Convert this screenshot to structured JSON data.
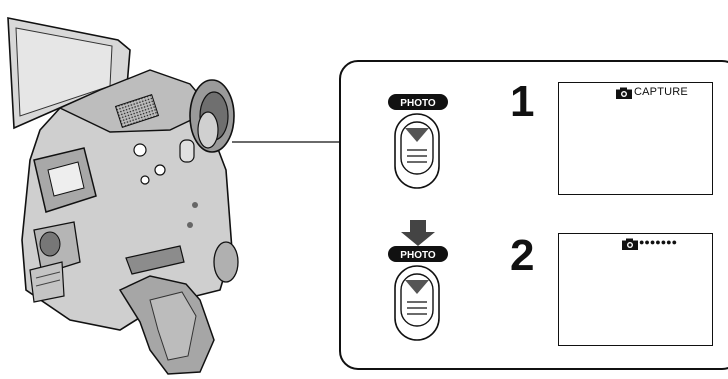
{
  "button": {
    "label": "PHOTO"
  },
  "steps": [
    {
      "number": "1",
      "screen_text": "CAPTURE"
    },
    {
      "number": "2",
      "screen_text": "●●●●●●●"
    }
  ],
  "icons": [
    "camcorder-illustration",
    "camera-icon",
    "down-arrow-icon",
    "photo-button-icon"
  ]
}
